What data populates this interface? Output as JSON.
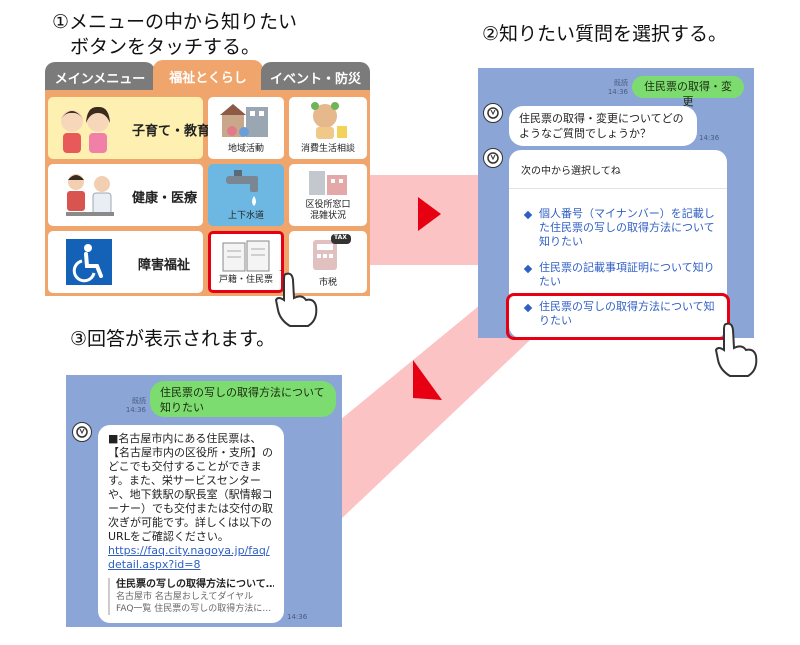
{
  "captions": {
    "step1_line1": "①メニューの中から知りたい",
    "step1_line2": "ボタンをタッチする。",
    "step2": "②知りたい質問を選択する。",
    "step3": "③回答が表示されます。"
  },
  "menu": {
    "tabs": [
      "メインメニュー",
      "福祉とくらし",
      "イベント・防災"
    ],
    "active_tab": "福祉とくらし",
    "tiles": {
      "child": "子育て・教育",
      "local": "地域活動",
      "consumer": "消費生活相談",
      "health": "健康・医療",
      "water": "上下水道",
      "ward": "区役所窓口\n混雑状況",
      "disability": "障害福祉",
      "koseki": "戸籍・住民票",
      "tax": "市税",
      "tax_badge": "TAX"
    }
  },
  "chat2": {
    "user_msg": "住民票の取得・変更",
    "read": "既読",
    "time": "14:36",
    "bot_msg": "住民票の取得・変更についてどのようなご質問でしょうか？",
    "card_title": "次の中から選択してね",
    "options": [
      "個人番号（マイナンバー）を記載した住民票の写しの取得方法について知りたい",
      "住民票の記載事項証明について知りたい",
      "住民票の写しの取得方法について知りたい"
    ]
  },
  "chat3": {
    "user_msg": "住民票の写しの取得方法について知りたい",
    "read": "既読",
    "time": "14:36",
    "answer": "■名古屋市内にある住民票は、【名古屋市内の区役所・支所】のどこでも交付することができます。また、栄サービスセンターや、地下鉄駅の駅長室（駅情報コーナー）でも交付または交付の取次ぎが可能です。詳しくは以下のURLをご確認ください。",
    "url": "https://faq.city.nagoya.jp/faq/detail.aspx?id=8",
    "preview_title": "住民票の写しの取得方法について…",
    "preview_line1": "名古屋市 名古屋おしえてダイヤル",
    "preview_line2": "FAQ一覧 住民票の写しの取得方法に…"
  },
  "colors": {
    "menu_orange": "#f0a56c",
    "tab_gray": "#7b7b7b",
    "chat_bg": "#8aa5d6",
    "bubble_green": "#7ddc6f",
    "highlight_red": "#e60012",
    "link_blue": "#2f5fc4",
    "arrow_band": "#fbc3c3"
  },
  "icons": [
    "hand-pointer-icon",
    "wheelchair-icon",
    "bot-avatar-icon",
    "triangle-arrow-icon",
    "diamond-bullet-icon"
  ]
}
